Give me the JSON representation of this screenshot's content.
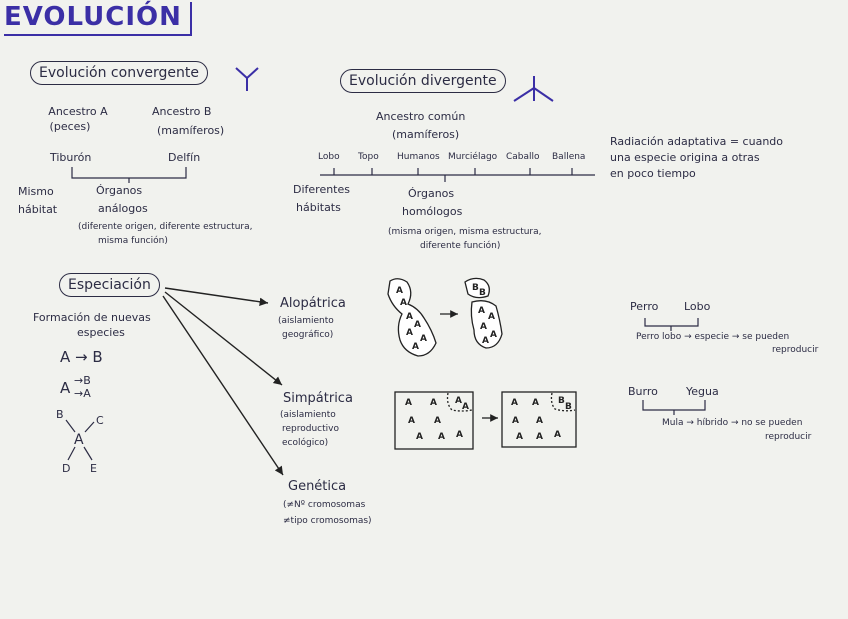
{
  "title": "EVOLUCIÓN",
  "convergente": {
    "heading": "Evolución convergente",
    "ancestro_a": "Ancestro A",
    "ancestro_a_sub": "(peces)",
    "ancestro_b": "Ancestro B",
    "ancestro_b_sub": "(mamíferos)",
    "tiburon": "Tiburón",
    "delfin": "Delfín",
    "mismo": "Mismo",
    "habitat": "hábitat",
    "organos": "Órganos",
    "analogos": "análogos",
    "nota_1": "(diferente origen, diferente estructura,",
    "nota_2": "misma función)"
  },
  "divergente": {
    "heading": "Evolución divergente",
    "ancestro": "Ancestro común",
    "ancestro_sub": "(mamíferos)",
    "species": [
      "Lobo",
      "Topo",
      "Humanos",
      "Murciélago",
      "Caballo",
      "Ballena"
    ],
    "diferentes": "Diferentes",
    "habitats": "hábitats",
    "organos": "Órganos",
    "homologos": "homólogos",
    "nota_1": "(misma origen, misma estructura,",
    "nota_2": "diferente función)"
  },
  "radiacion": {
    "line1": "Radiación adaptativa = cuando",
    "line2": "una especie origina a otras",
    "line3": "en poco tiempo"
  },
  "especiacion": {
    "heading": "Especiación",
    "def_1": "Formación de nuevas",
    "def_2": "especies",
    "diagram1": "A → B",
    "diagram2_a": "A",
    "diagram2_b": "→B",
    "diagram2_c": "→A",
    "tree_b": "B",
    "tree_c": "C",
    "tree_a": "A",
    "tree_d": "D",
    "tree_e": "E"
  },
  "alopatrica": {
    "heading": "Alopátrica",
    "sub_1": "(aislamiento",
    "sub_2": "geográfico)"
  },
  "simpatrica": {
    "heading": "Simpátrica",
    "sub_1": "(aislamiento",
    "sub_2": "reproductivo",
    "sub_3": "ecológico)"
  },
  "genetica": {
    "heading": "Genética",
    "sub_1": "(≠Nº cromosomas",
    "sub_2": "≠tipo cromosomas)"
  },
  "pop_letters": {
    "a": "A",
    "b": "B"
  },
  "ejemplo1": {
    "left": "Perro",
    "right": "Lobo",
    "line1": "Perro lobo → especie → se pueden",
    "line2": "reproducir"
  },
  "ejemplo2": {
    "left": "Burro",
    "right": "Yegua",
    "line1": "Mula → híbrido → no se pueden",
    "line2": "reproducir"
  }
}
